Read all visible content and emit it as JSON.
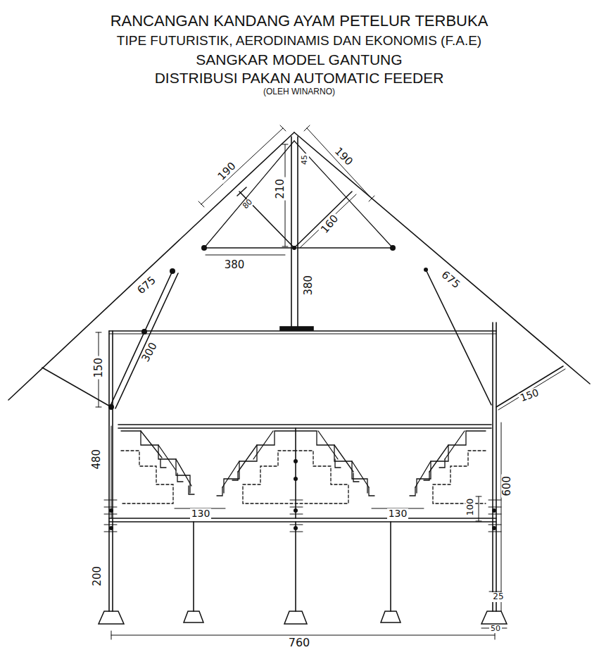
{
  "diagram": {
    "title": "RANCANGAN KANDANG AYAM PETELUR TERBUKA",
    "labels": [
      "TIPE FUTURISTIK, AERODINAMIS DAN EKONOMIS (F.A.E)",
      "SANGKAR MODEL GANTUNG",
      "DISTRIBUSI PAKAN AUTOMATIC FEEDER",
      "(OLEH WINARNO)",
      "190",
      "190",
      "45",
      "80",
      "210",
      "160",
      "380",
      "380",
      "675",
      "675",
      "300",
      "150",
      "150",
      "480",
      "600",
      "130",
      "130",
      "100",
      "200",
      "25",
      "50",
      "760"
    ]
  }
}
